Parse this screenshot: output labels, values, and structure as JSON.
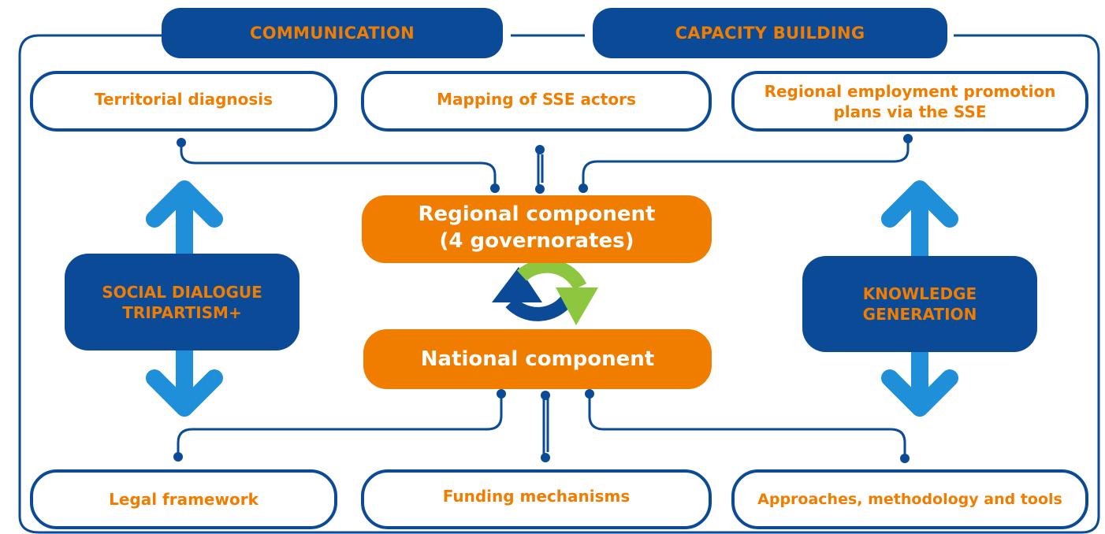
{
  "top_bars": {
    "communication": "COMMUNICATION",
    "capacity_building": "CAPACITY BUILDING"
  },
  "top_cards": {
    "territorial": "Territorial diagnosis",
    "mapping": "Mapping of SSE actors",
    "regional_plans_line1": "Regional employment promotion",
    "regional_plans_line2": "plans via the SSE"
  },
  "center": {
    "regional_line1": "Regional component",
    "regional_line2": "(4 governorates)",
    "national": "National component"
  },
  "side": {
    "social_line1": "SOCIAL DIALOGUE",
    "social_line2": "TRIPARTISM+",
    "knowledge_line1": "KNOWLEDGE",
    "knowledge_line2": "GENERATION"
  },
  "bottom_cards": {
    "legal": "Legal framework",
    "funding": "Funding mechanisms",
    "approaches": "Approaches, methodology and tools"
  },
  "colors": {
    "dark_blue": "#0a4a96",
    "orange": "#f07d00",
    "light_blue": "#1e8fd8",
    "green": "#8dc63f"
  }
}
